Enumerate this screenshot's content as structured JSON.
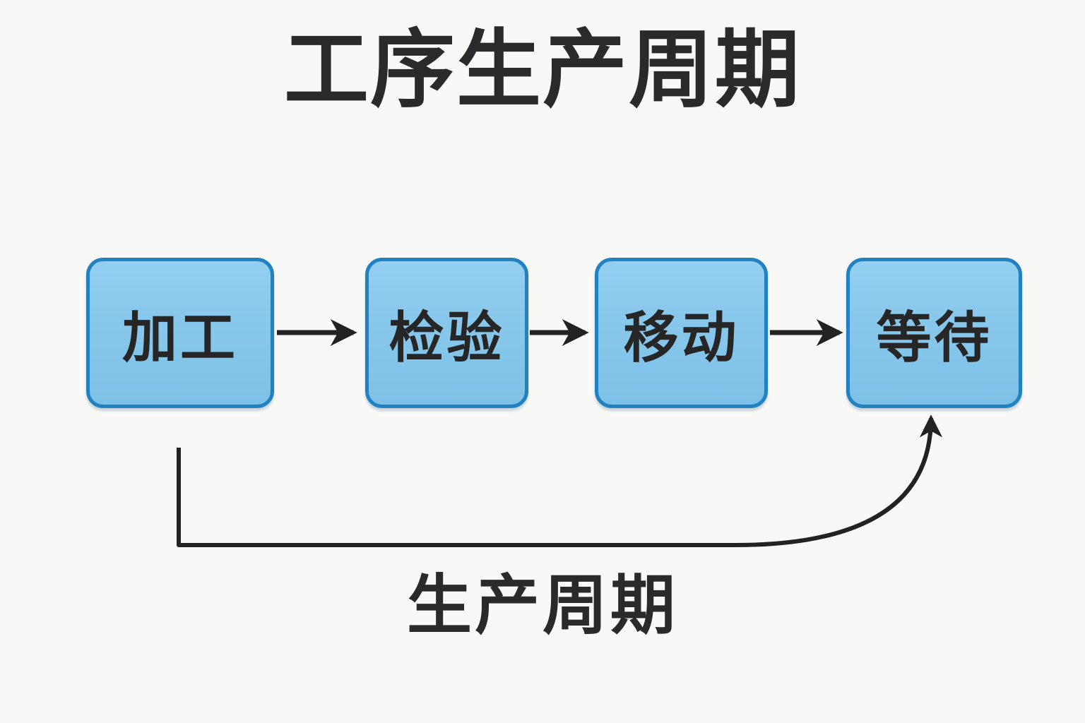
{
  "title": "工序生产周期",
  "flow": {
    "nodes": [
      {
        "id": "processing",
        "label": "加工"
      },
      {
        "id": "inspection",
        "label": "检验"
      },
      {
        "id": "movement",
        "label": "移动"
      },
      {
        "id": "waiting",
        "label": "等待"
      }
    ],
    "connections": [
      {
        "from": "processing",
        "to": "inspection",
        "type": "straight-arrow"
      },
      {
        "from": "inspection",
        "to": "movement",
        "type": "straight-arrow"
      },
      {
        "from": "movement",
        "to": "waiting",
        "type": "straight-arrow"
      },
      {
        "from": "processing",
        "to": "waiting",
        "type": "feedback-curve-arrow"
      }
    ],
    "cycle_label": "生产周期"
  },
  "colors": {
    "background": "#f8f8f7",
    "node_fill": "#87c7eb",
    "node_border": "#2181c1",
    "arrow": "#222222",
    "text": "#2a2a2a"
  }
}
